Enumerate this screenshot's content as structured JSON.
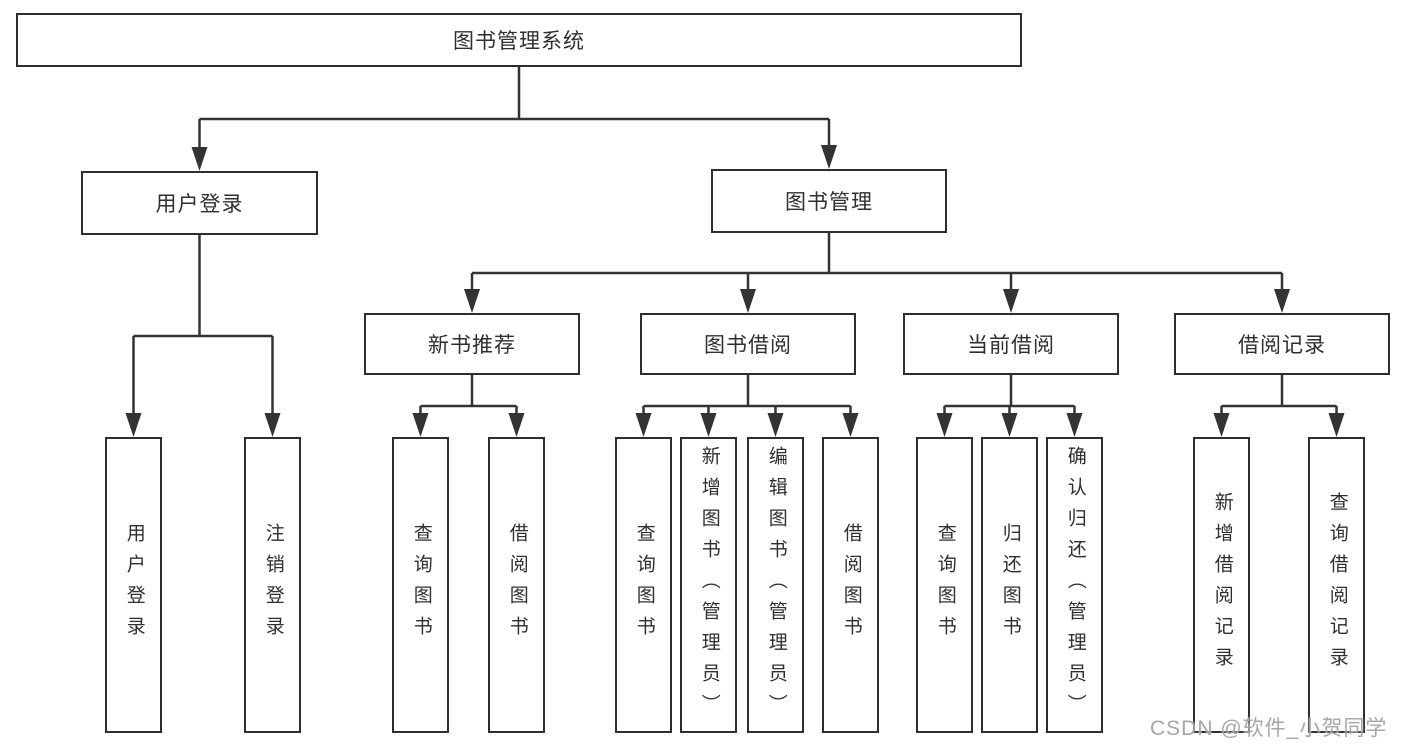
{
  "diagram_type": "hierarchy",
  "root": {
    "label": "图书管理系统"
  },
  "level2": {
    "user_login": {
      "label": "用户登录"
    },
    "book_management": {
      "label": "图书管理"
    }
  },
  "level3": {
    "new_book_recommend": {
      "label": "新书推荐"
    },
    "book_borrowing": {
      "label": "图书借阅"
    },
    "current_borrowing": {
      "label": "当前借阅"
    },
    "borrowing_records": {
      "label": "借阅记录"
    }
  },
  "leaves": {
    "user_login": [
      "用户登录",
      "注销登录"
    ],
    "new_book_recommend": [
      "查询图书",
      "借阅图书"
    ],
    "book_borrowing": [
      "查询图书",
      "新增图书（管理员）",
      "编辑图书（管理员）",
      "借阅图书"
    ],
    "current_borrowing": [
      "查询图书",
      "归还图书",
      "确认归还（管理员）"
    ],
    "borrowing_records": [
      "新增借阅记录",
      "查询借阅记录"
    ]
  },
  "watermark": "CSDN @软件_小贺同学",
  "colors": {
    "line": "#333333",
    "box_border": "#2e2e2e",
    "text": "#2f2f2f",
    "background": "#ffffff",
    "watermark": "#9e9e9e"
  }
}
